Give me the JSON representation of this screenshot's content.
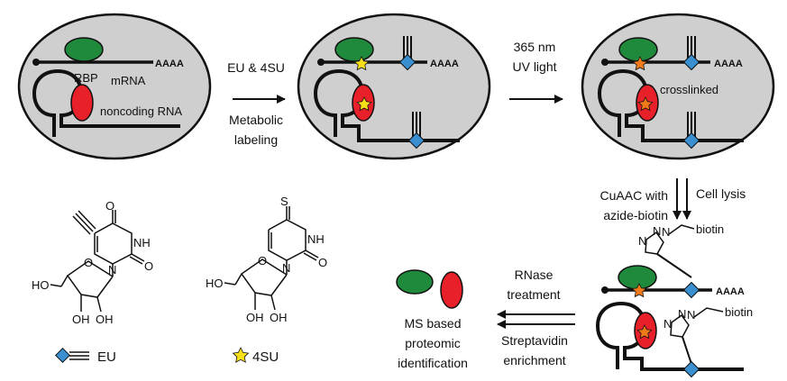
{
  "colors": {
    "cell_fill": "#cfcfcf",
    "rbp_green": "#1f8a3b",
    "rbp_red": "#e8202a",
    "eu_marker": "#3a8fd0",
    "star_4su": "#f7e01a",
    "star_crosslinked": "#f07a1a"
  },
  "cell1": {
    "rbp_label": "RBP",
    "mrna_label": "mRNA",
    "polya_label": "AAAA",
    "ncrna_label": "noncoding RNA"
  },
  "step1": {
    "top_label": "EU & 4SU",
    "bottom_line1": "Metabolic",
    "bottom_line2": "labeling"
  },
  "cell2": {
    "polya_label": "AAAA"
  },
  "step2": {
    "line1": "365 nm",
    "line2": "UV light"
  },
  "cell3": {
    "polya_label": "AAAA",
    "crosslinked_label": "crosslinked"
  },
  "step3": {
    "left_line1": "CuAAC with",
    "left_line2": "azide-biotin",
    "right_label": "Cell lysis"
  },
  "lysate": {
    "biotin_top": "biotin",
    "biotin_bottom": "biotin",
    "polya_label": "AAAA",
    "triazole_n": "N"
  },
  "step4": {
    "top_line1": "RNase",
    "top_line2": "treatment",
    "bottom_line1": "Streptavidin",
    "bottom_line2": "enrichment"
  },
  "result": {
    "line1": "MS based",
    "line2": "proteomic",
    "line3": "identification"
  },
  "structures": {
    "eu_legend": "EU",
    "su_legend": "4SU",
    "atom_o": "O",
    "atom_s": "S",
    "atom_nh": "NH",
    "atom_n": "N",
    "atom_ho": "HO",
    "atom_oh": "OH"
  }
}
